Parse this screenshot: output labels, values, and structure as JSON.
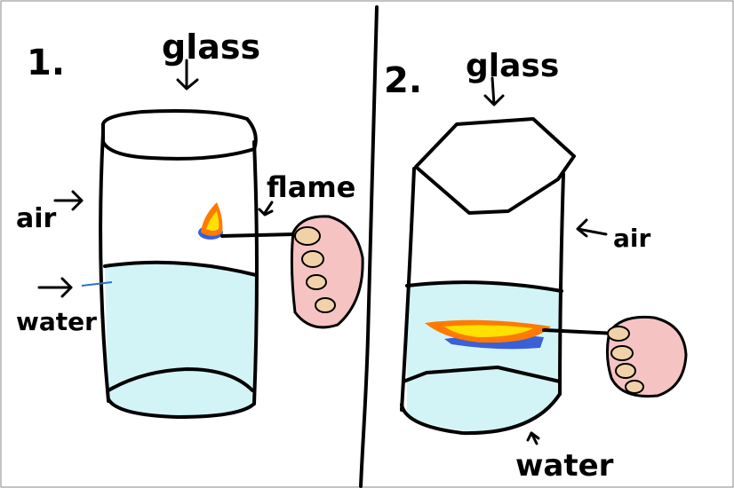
{
  "panels": [
    {
      "number": "1.",
      "labels": {
        "glass": "glass",
        "air": "air",
        "water": "water",
        "flame": "flame"
      }
    },
    {
      "number": "2.",
      "labels": {
        "glass": "glass",
        "air": "air",
        "water": "water"
      }
    }
  ],
  "colors": {
    "water": "#d2f4f6",
    "skin": "#f6c3c3",
    "flame_outer": "#ff7a00",
    "flame_inner": "#ffe000",
    "flame_base": "#3a5fd9",
    "divider": "#000000"
  }
}
